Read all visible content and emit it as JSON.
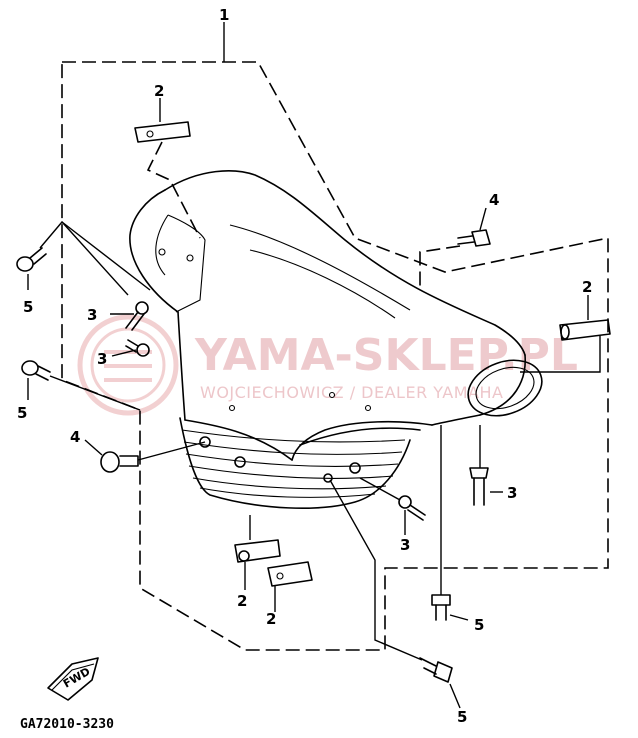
{
  "diagram": {
    "code": "GA72010-3230",
    "fwd_label": "FWD",
    "callouts": {
      "c1": "1",
      "c2a": "2",
      "c2b": "2",
      "c2c": "2",
      "c2d": "2",
      "c3a": "3",
      "c3b": "3",
      "c3c": "3",
      "c3d": "3",
      "c4a": "4",
      "c4b": "4",
      "c5a": "5",
      "c5b": "5",
      "c5c": "5",
      "c5d": "5"
    },
    "watermark": {
      "title": "YAMA-SKLEP.PL",
      "subtitle": "WOJCIECHOWICZ / DEALER YAMAHA"
    }
  }
}
